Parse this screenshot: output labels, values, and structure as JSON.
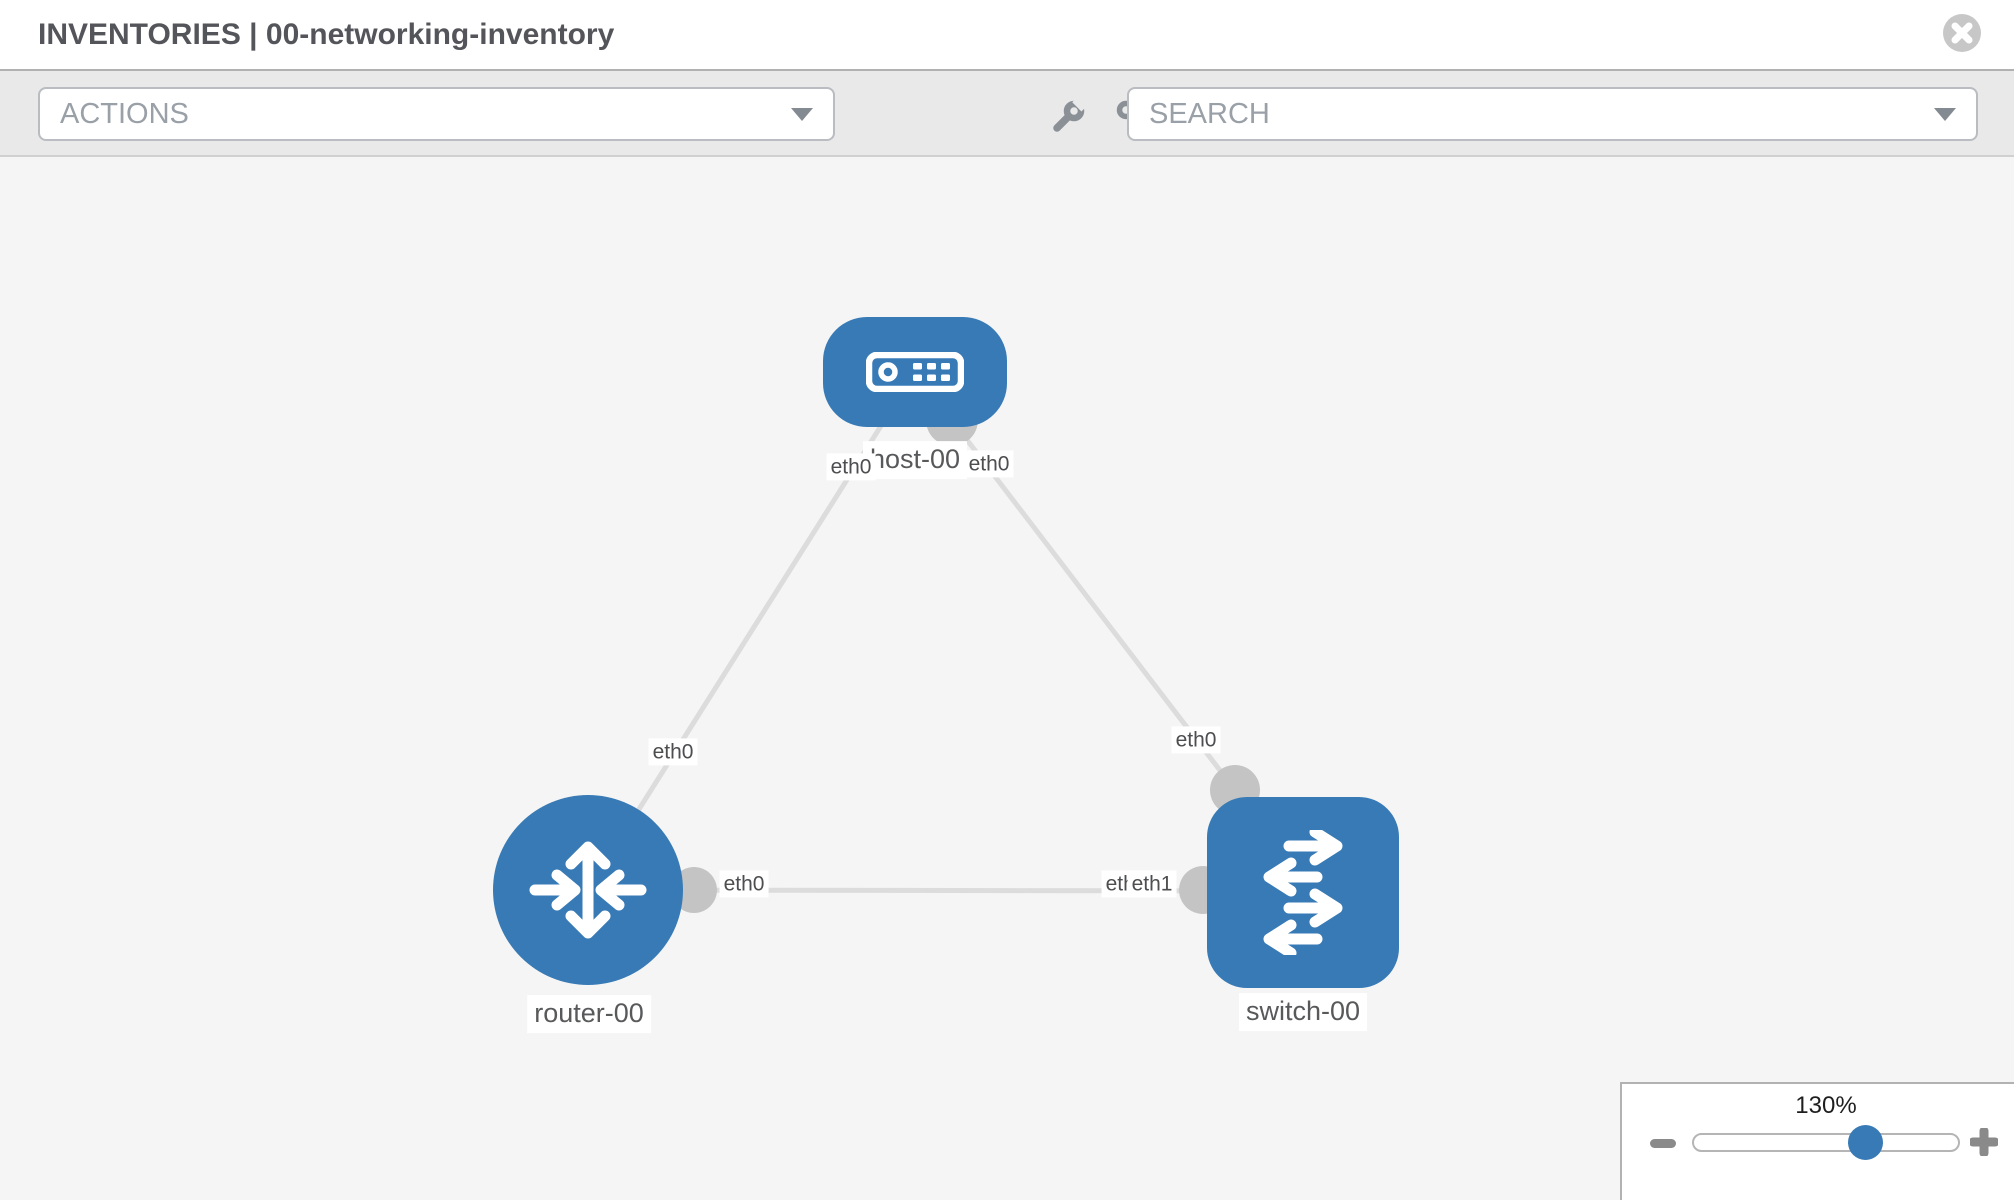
{
  "header": {
    "title": "INVENTORIES | 00-networking-inventory"
  },
  "toolbar": {
    "actions_placeholder": "ACTIONS",
    "search_placeholder": "SEARCH",
    "icons": [
      "wrench-icon",
      "key-icon"
    ]
  },
  "topology": {
    "nodes": [
      {
        "label": "host-00",
        "type": "host"
      },
      {
        "label": "router-00",
        "type": "router"
      },
      {
        "label": "switch-00",
        "type": "switch"
      }
    ],
    "links": [
      {
        "source": "host-00",
        "source_interface": "eth0",
        "target": "router-00",
        "target_interface": "eth0"
      },
      {
        "source": "host-00",
        "source_interface": "eth0",
        "target": "switch-00",
        "target_interface": "eth0"
      },
      {
        "source": "router-00",
        "source_interface": "eth0",
        "target": "switch-00",
        "target_interface": "eth1"
      }
    ],
    "interface_labels": [
      "eth0",
      "eth0",
      "eth0",
      "eth0",
      "eth0",
      "eth0",
      "eth1"
    ]
  },
  "zoom_control": {
    "level": "130%"
  },
  "colors": {
    "node_blue": "#377ab5",
    "link_gray": "#dcdcdc",
    "endpoint_gray": "#c4c4c4",
    "canvas_bg": "#f5f5f5",
    "toolbar_bg": "#e9e9e9"
  }
}
